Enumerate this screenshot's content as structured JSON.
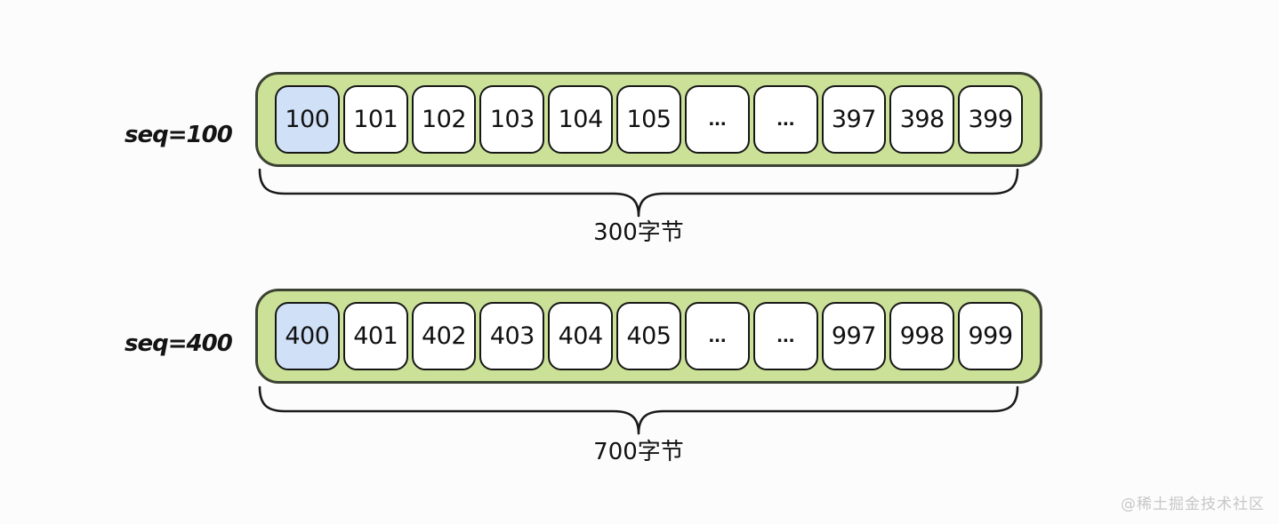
{
  "rows": [
    {
      "seq_label": "seq=100",
      "cells": [
        "100",
        "101",
        "102",
        "103",
        "104",
        "105",
        "...",
        "...",
        "397",
        "398",
        "399"
      ],
      "highlight_index": 0,
      "bytes_label": "300字节"
    },
    {
      "seq_label": "seq=400",
      "cells": [
        "400",
        "401",
        "402",
        "403",
        "404",
        "405",
        "...",
        "...",
        "997",
        "998",
        "999"
      ],
      "highlight_index": 0,
      "bytes_label": "700字节"
    }
  ],
  "colors": {
    "segment_fill": "#cbe197",
    "segment_border": "#3b4233",
    "cell_fill": "#ffffff",
    "cell_border": "#161616",
    "highlight_cell_fill": "#cfe0f7",
    "brace_stroke": "#1a1a1a",
    "watermark_text": "#c7c7c7",
    "background": "#fcfcfc"
  },
  "watermark": "@稀土掘金技术社区"
}
